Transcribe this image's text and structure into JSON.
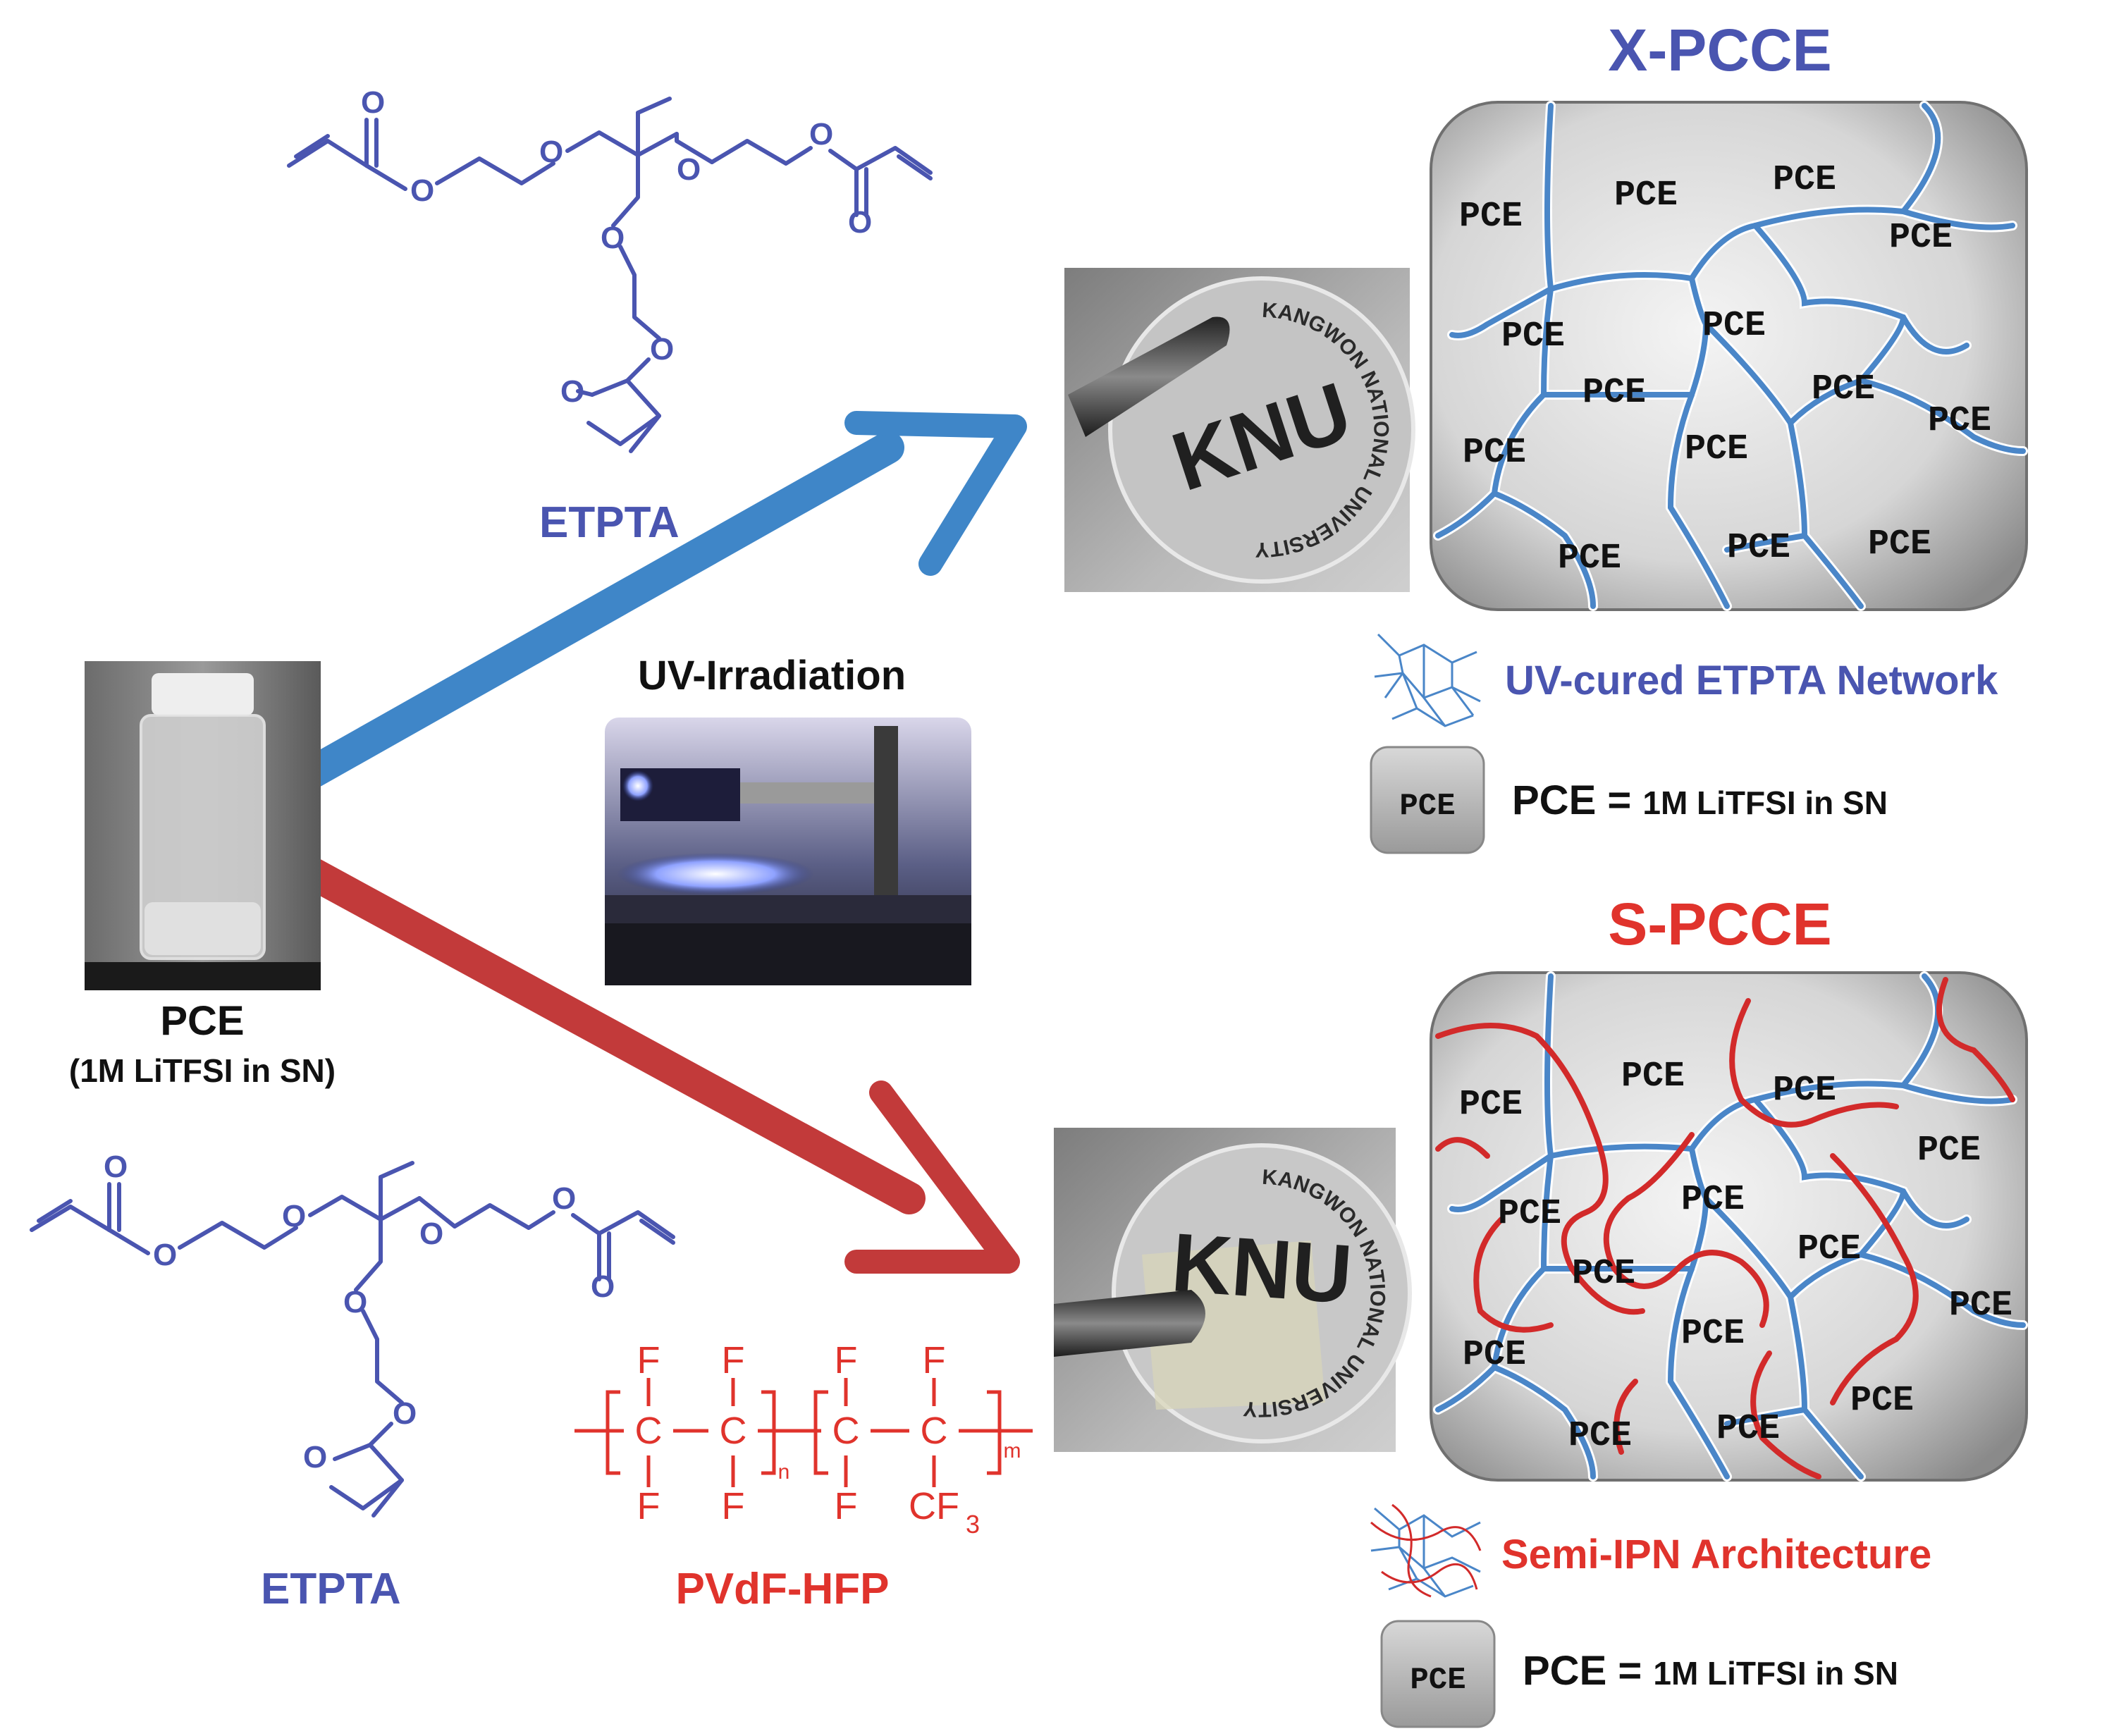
{
  "top_monomer": {
    "label": "ETPTA",
    "o_atom": "O"
  },
  "bottom_monomer": {
    "label": "ETPTA",
    "o_atom": "O"
  },
  "vial": {
    "label": "PCE",
    "sublabel": "(1M LiTFSI in SN)"
  },
  "uv": {
    "label": "UV-Irradiation"
  },
  "pvdf": {
    "label": "PVdF-HFP",
    "atoms": {
      "f": "F",
      "c": "C",
      "cf": "CF",
      "cf_sub": "3",
      "n": "n",
      "m": "m"
    }
  },
  "photo_top": {
    "logo": "KNU",
    "ring_text": "KANGWON NATIONAL UNIVERSITY"
  },
  "photo_bottom": {
    "logo": "KNU",
    "ring_text": "KANGWON NATIONAL UNIVERSITY"
  },
  "xpcce": {
    "title": "X-PCCE",
    "cell_label": "PCE",
    "legend_network": "UV-cured ETPTA Network",
    "legend_box": "PCE",
    "legend_eq_head": "PCE",
    "legend_eq_tail": "1M LiTFSI in SN"
  },
  "spcce": {
    "title": "S-PCCE",
    "cell_label": "PCE",
    "legend_network": "Semi-IPN Architecture",
    "legend_box": "PCE",
    "legend_eq_head": "PCE",
    "legend_eq_tail": "1M LiTFSI in SN"
  },
  "colors": {
    "blue": "#4a55b0",
    "red": "#e0332c",
    "arrow_blue": "#3f86c8",
    "arrow_red": "#c23a3a",
    "network_blue": "#4a86c8",
    "network_red": "#d22a2a"
  }
}
